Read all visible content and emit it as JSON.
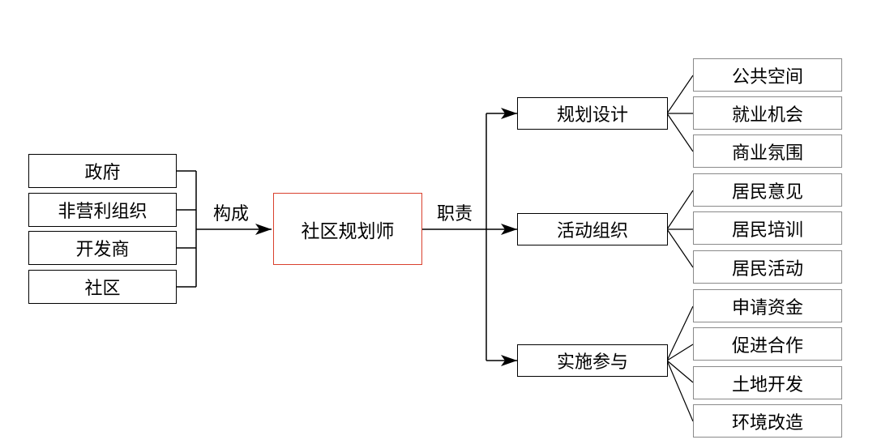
{
  "diagram": {
    "center": {
      "label": "社区规划师",
      "border_color": "#d9412e"
    },
    "composition": {
      "edge_label": "构成",
      "items": [
        "政府",
        "非营利组织",
        "开发商",
        "社区"
      ]
    },
    "responsibilities": {
      "edge_label": "职责",
      "groups": [
        {
          "label": "规划设计",
          "items": [
            "公共空间",
            "就业机会",
            "商业氛围"
          ]
        },
        {
          "label": "活动组织",
          "items": [
            "居民意见",
            "居民培训",
            "居民活动"
          ]
        },
        {
          "label": "实施参与",
          "items": [
            "申请资金",
            "促进合作",
            "土地开发",
            "环境改造"
          ]
        }
      ]
    }
  }
}
